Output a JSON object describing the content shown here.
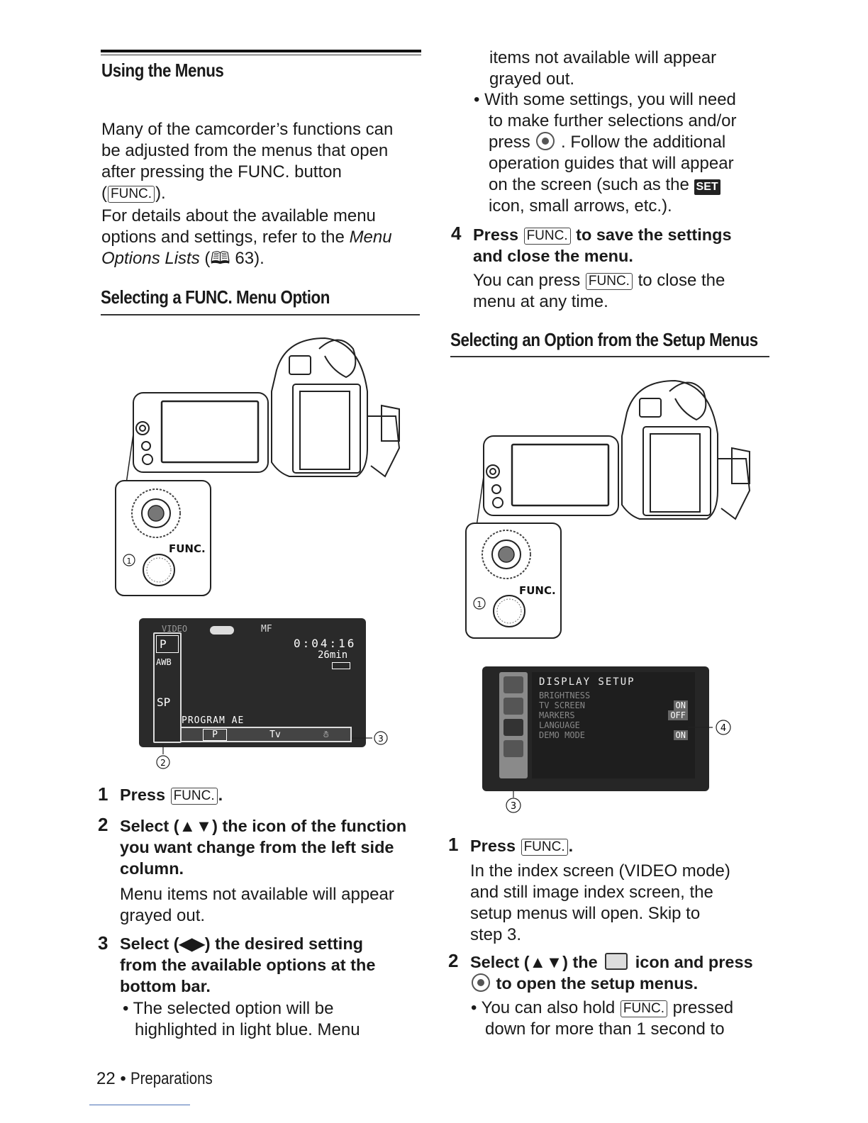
{
  "left": {
    "section_title": "Using the Menus",
    "intro_lines": [
      "Many of the camcorder’s functions can",
      "be adjusted from the menus that open",
      "after pressing the FUNC. button"
    ],
    "intro_key": "FUNC.",
    "details_lines": [
      "For details about the available menu",
      "options and settings, refer to the"
    ],
    "details_italic_1": "Menu",
    "details_italic_2": "Options Lists",
    "details_ref": "63).",
    "subsection_title": "Selecting a FUNC. Menu Option",
    "figure": {
      "func_label": "FUNC.",
      "callout_1": "1",
      "callout_2": "2",
      "callout_3": "3",
      "screen": {
        "top_left": "VIDEO",
        "mf": "MF",
        "time": "0:04:16",
        "remaining": "26min",
        "icons": [
          "P",
          "AWB",
          "SP"
        ],
        "bar_label": "PROGRAM AE",
        "options": [
          "P",
          "Tv",
          "☃"
        ]
      }
    },
    "steps": [
      {
        "num": "1",
        "title_prefix": "Press",
        "key": "FUNC.",
        "title_suffix": "."
      },
      {
        "num": "2",
        "title_lines": [
          "Select (▲▼) the icon of the function",
          "you want change from the left side",
          "column."
        ],
        "body_lines": [
          "Menu items not available will appear",
          "grayed out."
        ]
      },
      {
        "num": "3",
        "title_lines": [
          "Select (◀▶) the desired setting",
          "from the available options at the",
          "bottom bar."
        ],
        "bullet_lines": [
          "The selected option will be",
          "highlighted in light blue. Menu"
        ]
      }
    ]
  },
  "right": {
    "cont_lines": [
      "items not available will appear",
      "grayed out."
    ],
    "bullet2_lines": [
      "With some settings, you will need",
      "to make further selections and/or",
      "press",
      ". Follow the additional",
      "operation guides that will appear",
      "on the screen (such as the",
      "icon, small arrows, etc.)."
    ],
    "set_badge": "SET",
    "step4": {
      "num": "4",
      "prefix": "Press",
      "key": "FUNC.",
      "suffix": "to save the settings",
      "line2": "and close the menu."
    },
    "step4_body": [
      "You can press",
      "to close the",
      "menu at any time."
    ],
    "subsection_title": "Selecting an Option from the Setup Menus",
    "figure": {
      "func_label": "FUNC.",
      "callout_1": "1",
      "callout_3": "3",
      "callout_4": "4",
      "screen": {
        "title": "DISPLAY SETUP",
        "items": [
          "BRIGHTNESS",
          "TV SCREEN",
          "MARKERS",
          "LANGUAGE",
          "DEMO MODE"
        ],
        "values": [
          "",
          "ON",
          "OFF",
          "",
          "ON"
        ]
      }
    },
    "steps": [
      {
        "num": "1",
        "prefix": "Press",
        "key": "FUNC.",
        "suffix": ".",
        "body_lines": [
          "In the index screen (VIDEO mode)",
          "and still image index screen, the",
          "setup menus will open. Skip to",
          "step 3."
        ]
      },
      {
        "num": "2",
        "line1_a": "Select (▲▼) the",
        "line1_b": "icon and press",
        "line2": "to open the setup menus.",
        "bullet_a": "You can also hold",
        "bullet_b": "pressed",
        "bullet_line2": "down for more than 1 second to"
      }
    ]
  },
  "footer": {
    "page": "22",
    "bullet": "•",
    "section": "Preparations"
  }
}
